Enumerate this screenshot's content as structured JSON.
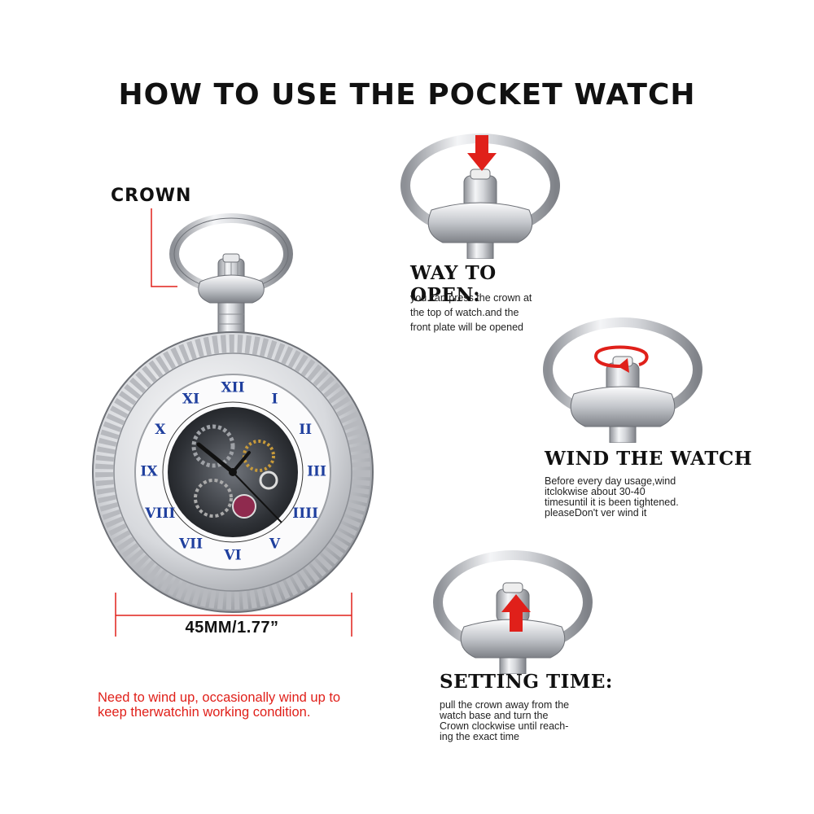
{
  "title": "HOW TO USE THE POCKET WATCH",
  "diagram": {
    "crown_label": "CROWN",
    "size_label": "45MM/1.77”",
    "dial_numerals": [
      "XII",
      "I",
      "II",
      "III",
      "IIII",
      "V",
      "VI",
      "VII",
      "VIII",
      "IX",
      "X",
      "XI"
    ],
    "note_lines": [
      "Need to wind up, occasionally wind up to",
      "keep therwatchin working condition."
    ]
  },
  "steps": [
    {
      "heading": "WAY TO OPEN:",
      "arrow": "press-down",
      "lines": [
        "you can press the crown at",
        "the top of watch.and the",
        "front plate will be opened"
      ]
    },
    {
      "heading": "WIND THE WATCH",
      "arrow": "rotate-clockwise",
      "lines": [
        "Before every day usage,wind",
        "itclokwise about 30-40",
        "timesuntil it is been tightened.",
        "pleaseDon't ver wind it"
      ]
    },
    {
      "heading": "SETTING TIME:",
      "arrow": "pull-up",
      "lines": [
        "pull the crown away from the",
        "watch base and turn the",
        "Crown clockwise until reach-",
        "ing the exact time"
      ]
    }
  ],
  "colors": {
    "accent_red": "#e0201a",
    "numeral_blue": "#1f3f9e",
    "silver": "#c9cbcf"
  }
}
